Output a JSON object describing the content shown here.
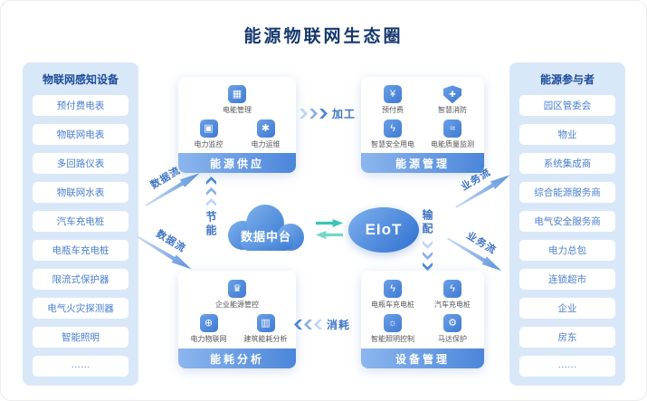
{
  "title": "能源物联网生态圈",
  "left_panel": {
    "header": "物联网感知设备",
    "items": [
      "预付费电表",
      "物联网电表",
      "多回路仪表",
      "物联网水表",
      "汽车充电桩",
      "电瓶车充电桩",
      "限流式保护器",
      "电气火灾探测器",
      "智能照明",
      "······"
    ]
  },
  "right_panel": {
    "header": "能源参与者",
    "items": [
      "园区管委会",
      "物业",
      "系统集成商",
      "综合能源服务商",
      "电气安全服务商",
      "电力总包",
      "连锁超市",
      "企业",
      "房东",
      "······"
    ]
  },
  "modules": {
    "supply": {
      "label": "能源供应",
      "items": [
        {
          "name": "电能管理",
          "icon": "energy-management-icon"
        },
        {
          "name": "电力监控",
          "icon": "power-monitor-icon"
        },
        {
          "name": "电力运维",
          "icon": "power-maintenance-icon"
        }
      ]
    },
    "management": {
      "label": "能源管理",
      "items": [
        {
          "name": "预付费",
          "icon": "prepaid-icon"
        },
        {
          "name": "智慧消防",
          "icon": "fire-shield-icon"
        },
        {
          "name": "智慧安全用电",
          "icon": "safe-power-icon"
        },
        {
          "name": "电能质量监测",
          "icon": "power-quality-icon"
        }
      ]
    },
    "analysis": {
      "label": "能耗分析",
      "items": [
        {
          "name": "企业能源管控",
          "icon": "enterprise-energy-icon"
        },
        {
          "name": "电力物联网",
          "icon": "power-iot-icon"
        },
        {
          "name": "建筑能耗分析",
          "icon": "building-energy-icon"
        }
      ]
    },
    "devices": {
      "label": "设备管理",
      "items": [
        {
          "name": "电瓶车充电桩",
          "icon": "ebike-charger-icon"
        },
        {
          "name": "汽车充电桩",
          "icon": "car-charger-icon"
        },
        {
          "name": "智能照明控制",
          "icon": "smart-lighting-icon"
        },
        {
          "name": "马达保护",
          "icon": "motor-protection-icon"
        }
      ]
    }
  },
  "center": {
    "cloud_label": "数据中台",
    "platform_label": "EIoT"
  },
  "flows": {
    "process": "加工",
    "consume": "消耗",
    "save_energy": "节能",
    "distribute": "输配",
    "data_flow_upper": "数据流",
    "data_flow_lower": "数据流",
    "business_flow_upper": "业务流",
    "business_flow_lower": "业务流"
  },
  "colors": {
    "accent": "#4c86da",
    "panel_bg": "#d9e8f8",
    "title": "#16386e",
    "exchange_arrow": "#3cc4b4"
  }
}
